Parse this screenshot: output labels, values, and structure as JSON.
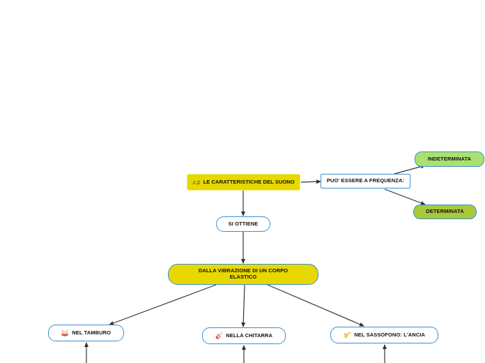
{
  "diagram": {
    "root": {
      "label": "LE CARATTERISTICHE  DEL SUONO",
      "icon": "music-notes-icon",
      "color": "#e6d800"
    },
    "frequency": {
      "label": "PUO' ESSERE A FREQUENZA:"
    },
    "indeterminata": {
      "label": "INDETERMINATA",
      "color": "#a9e16f"
    },
    "determinata": {
      "label": "DETERMINATA",
      "color": "#a7c93a"
    },
    "si_ottiene": {
      "label": "SI OTTIENE"
    },
    "vibrazione": {
      "label": "DALLA VIBRAZIONE DI UN CORPO ELASTICO",
      "color": "#e6d800"
    },
    "tamburo": {
      "label": "NEL TAMBURO",
      "icon": "drum-icon"
    },
    "chitarra": {
      "label": "NELLA CHITARRA",
      "icon": "guitar-icon"
    },
    "sassofono": {
      "label": "NEL SASSOFONO: L'ANCIA",
      "icon": "saxophone-icon"
    },
    "edge_color": "#333333",
    "border_color": "#3c8fd0"
  }
}
